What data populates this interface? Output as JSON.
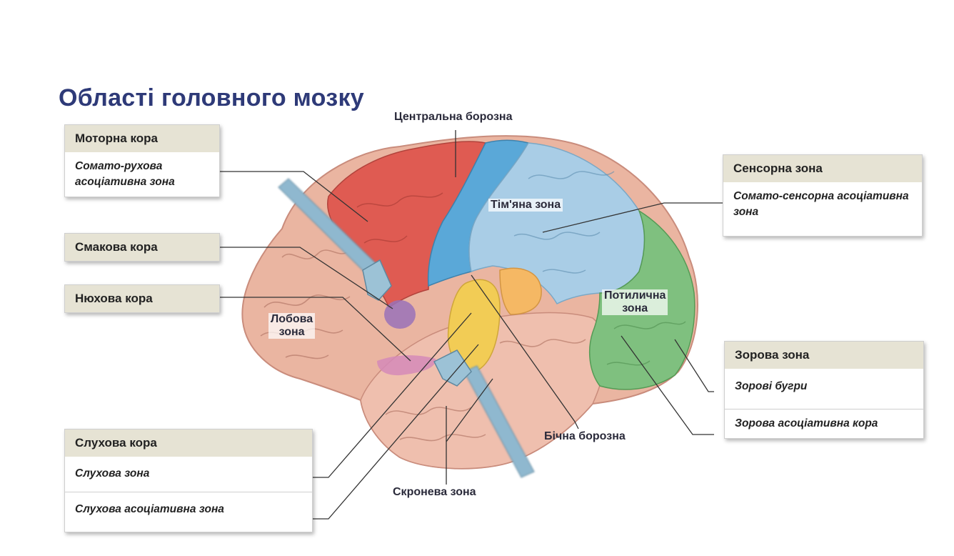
{
  "title": "Області головного мозку",
  "labels": {
    "central_sulcus": "Центральна борозна",
    "lateral_sulcus": "Бічна борозна",
    "temporal": "Скронева зона"
  },
  "regions": {
    "parietal": "Тім'яна зона",
    "frontal_1": "Лобова",
    "frontal_2": "зона",
    "occipital_1": "Потилична",
    "occipital_2": "зона"
  },
  "boxes": {
    "motor": {
      "header": "Моторна кора",
      "items": [
        "Сомато-рухова асоціативна зона"
      ]
    },
    "taste": {
      "header": "Смакова кора"
    },
    "smell": {
      "header": "Нюхова кора"
    },
    "sensory": {
      "header": "Сенсорна зона",
      "items": [
        "Сомато-сенсорна асоціативна зона"
      ]
    },
    "visual": {
      "header": "Зорова зона",
      "items": [
        "Зорові бугри",
        "Зорова асоціативна кора"
      ]
    },
    "auditory": {
      "header": "Слухова кора",
      "items": [
        "Слухова зона",
        "Слухова асоціативна зона"
      ]
    }
  },
  "colors": {
    "title": "#2e3a78",
    "frontal": "#eab5a1",
    "motor": "#df5b52",
    "parietal_sensory": "#5aa8d8",
    "parietal_assoc": "#a9cde6",
    "occipital": "#7fc07f",
    "auditory": "#f2cc55",
    "taste": "#9a72b8",
    "smell": "#d58ab8",
    "probe": "#8fb8cf"
  }
}
